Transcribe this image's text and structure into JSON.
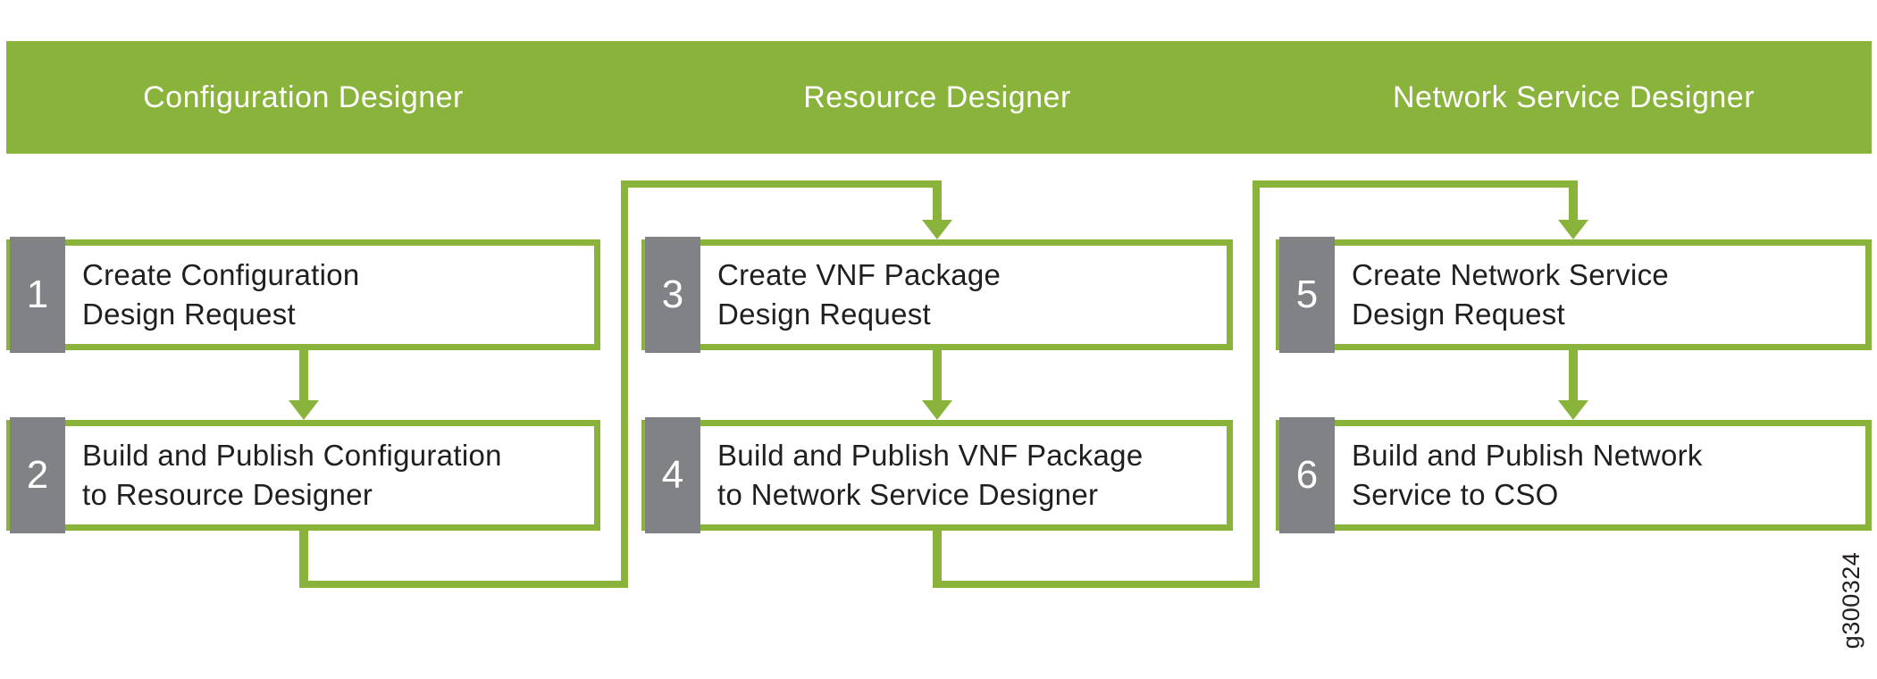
{
  "figure": {
    "id": "g300324"
  },
  "colors": {
    "green": "#8ab33c",
    "gray": "#808285",
    "text": "#1f1f1f",
    "white": "#ffffff"
  },
  "columns": [
    {
      "header": "Configuration Designer",
      "steps": [
        {
          "num": "1",
          "lines": [
            "Create Configuration",
            "Design Request"
          ]
        },
        {
          "num": "2",
          "lines": [
            "Build and Publish Configuration",
            "to Resource Designer"
          ]
        }
      ]
    },
    {
      "header": "Resource Designer",
      "steps": [
        {
          "num": "3",
          "lines": [
            "Create VNF Package",
            "Design Request"
          ]
        },
        {
          "num": "4",
          "lines": [
            "Build and Publish VNF Package",
            "to Network Service Designer"
          ]
        }
      ]
    },
    {
      "header": "Network Service Designer",
      "steps": [
        {
          "num": "5",
          "lines": [
            "Create Network Service",
            "Design Request"
          ]
        },
        {
          "num": "6",
          "lines": [
            "Build and Publish Network",
            "Service to CSO"
          ]
        }
      ]
    }
  ]
}
